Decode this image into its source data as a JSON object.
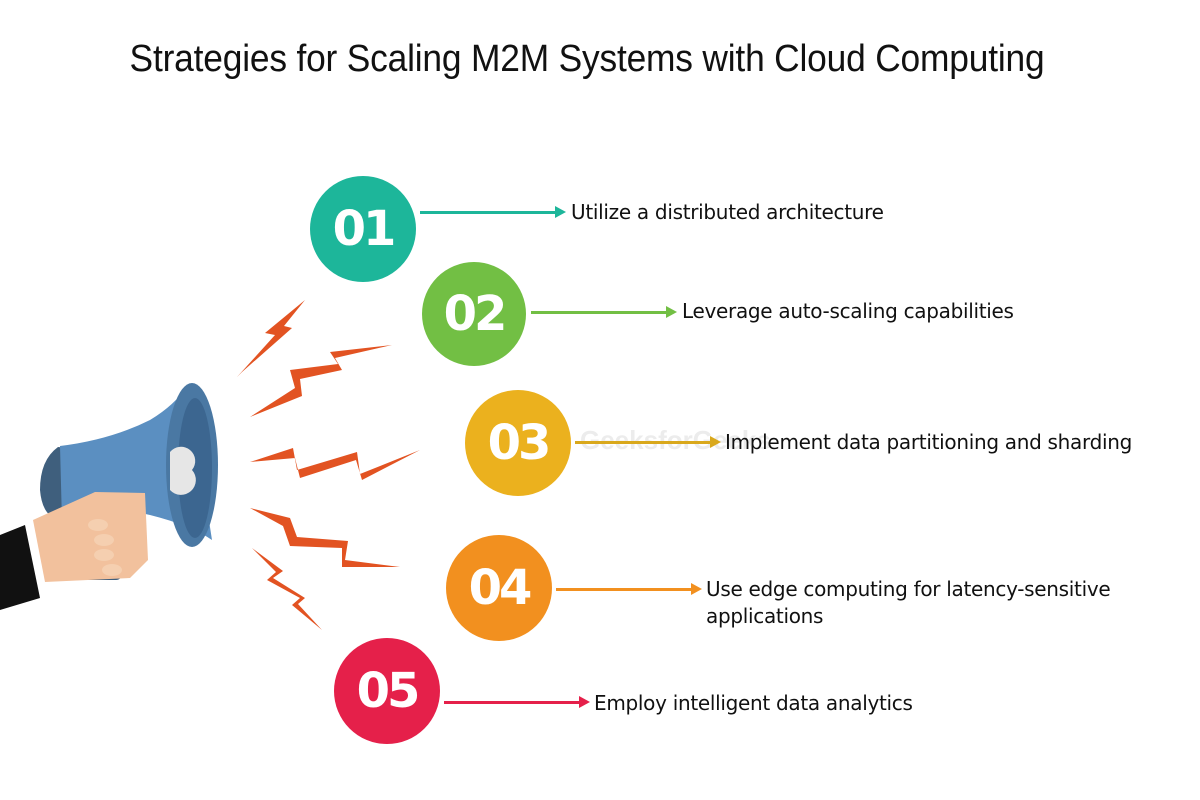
{
  "title": "Strategies for Scaling M2M Systems with Cloud Computing",
  "illustration": {
    "icon": "megaphone-icon",
    "description": "Hand holding megaphone with sound waves"
  },
  "watermark": "GeeksforGeeks",
  "strategies": [
    {
      "number": "01",
      "label": "Utilize a distributed architecture",
      "color": "#1db69a"
    },
    {
      "number": "02",
      "label": "Leverage auto-scaling capabilities",
      "color": "#72bf44"
    },
    {
      "number": "03",
      "label": "Implement data partitioning and sharding",
      "color": "#ebb11e"
    },
    {
      "number": "04",
      "label": "Use edge computing for latency-sensitive applications",
      "color": "#f2901f"
    },
    {
      "number": "05",
      "label": "Employ intelligent data analytics",
      "color": "#e5204a"
    }
  ],
  "colors": {
    "megaphone_body": "#5b8fc1",
    "megaphone_dark": "#3f5f7d",
    "skin": "#f2c19d",
    "sound_waves": "#e25322"
  }
}
